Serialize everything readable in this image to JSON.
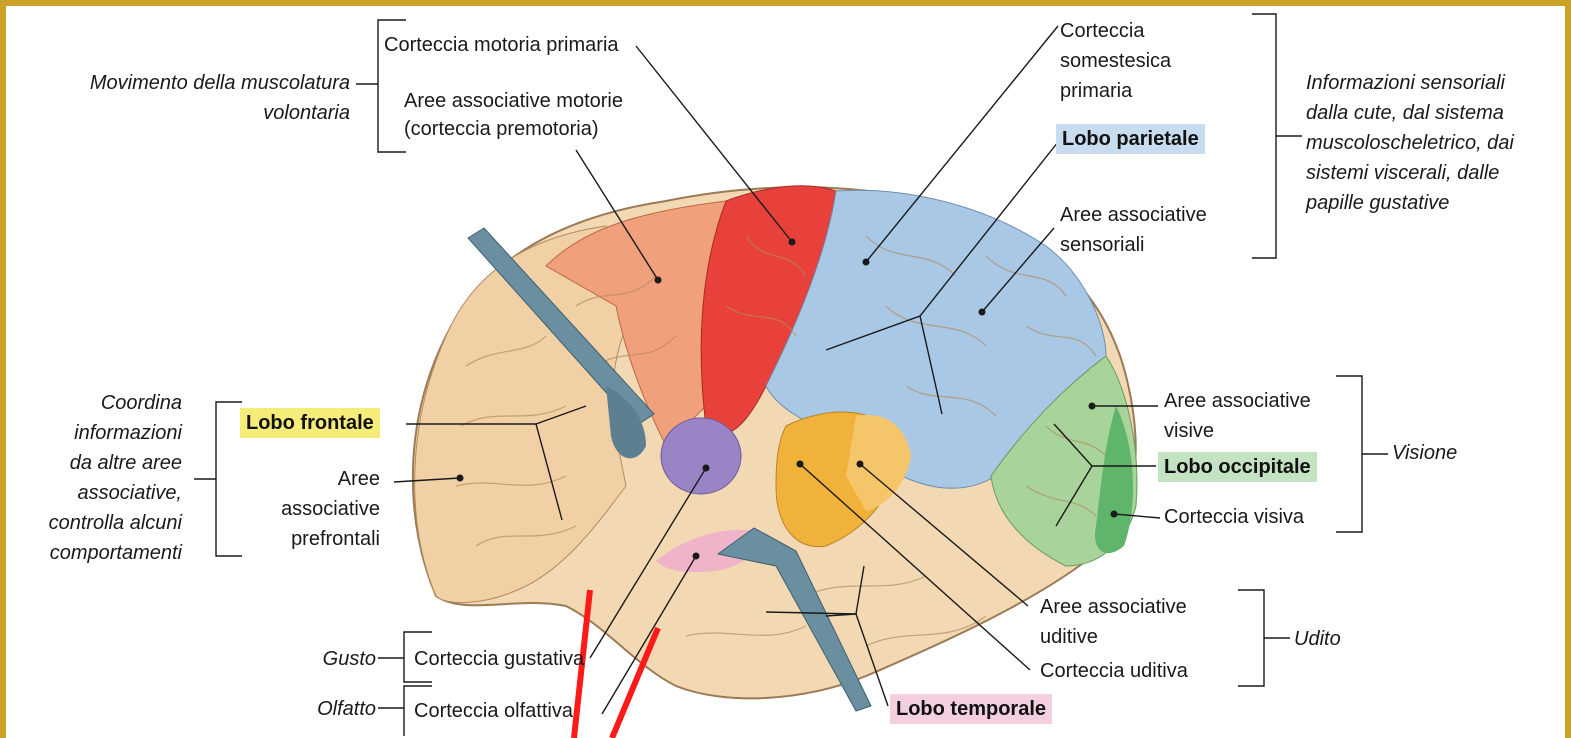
{
  "labels": {
    "motor_function": "Movimento della muscolatura volontaria",
    "primary_motor": "Corteccia motoria primaria",
    "motor_assoc_1": "Aree associative motorie",
    "motor_assoc_2": "(corteccia premotoria)",
    "somesthetic_1": "Corteccia",
    "somesthetic_2": "somestesica",
    "somesthetic_3": "primaria",
    "sensory_assoc_1": "Aree associative",
    "sensory_assoc_2": "sensoriali",
    "sensory_function_1": "Informazioni sensoriali",
    "sensory_function_2": "dalla cute, dal sistema",
    "sensory_function_3": "muscoloscheletrico, dai",
    "sensory_function_4": "sistemi viscerali, dalle",
    "sensory_function_5": "papille gustative",
    "frontal_function_1": "Coordina",
    "frontal_function_2": "informazioni",
    "frontal_function_3": "da altre aree",
    "frontal_function_4": "associative,",
    "frontal_function_5": "controlla alcuni",
    "frontal_function_6": "comportamenti",
    "prefrontal_1": "Aree",
    "prefrontal_2": "associative",
    "prefrontal_3": "prefrontali",
    "visual_assoc_1": "Aree associative",
    "visual_assoc_2": "visive",
    "visual_cortex": "Corteccia visiva",
    "vision": "Visione",
    "auditory_assoc_1": "Aree associative",
    "auditory_assoc_2": "uditive",
    "auditory_cortex": "Corteccia uditiva",
    "hearing": "Udito",
    "taste": "Gusto",
    "gustatory_cortex": "Corteccia gustativa",
    "smell": "Olfatto",
    "olfactory_cortex": "Corteccia olfattiva"
  },
  "lobes": {
    "frontal": "Lobo frontale",
    "parietal": "Lobo parietale",
    "occipital": "Lobo occipitale",
    "temporal": "Lobo temporale"
  },
  "colors": {
    "frame": "#c9a227",
    "frontal_highlight": "#f6ec7a",
    "parietal_highlight": "#c7dcee",
    "occipital_highlight": "#c3e3c3",
    "temporal_highlight": "#f3cfe0",
    "brain_base": "#f2d9b3",
    "motor": "#e8413c",
    "premotor": "#f0a07a",
    "somatosensory": "#a9c8e6",
    "visual": "#a8d39a",
    "auditory": "#f0b23a",
    "gustatory": "#9a84c6",
    "olfactory": "#f0b4c8",
    "probe": "#6a8fa0",
    "annotation_mark": "#ff1a1a"
  }
}
